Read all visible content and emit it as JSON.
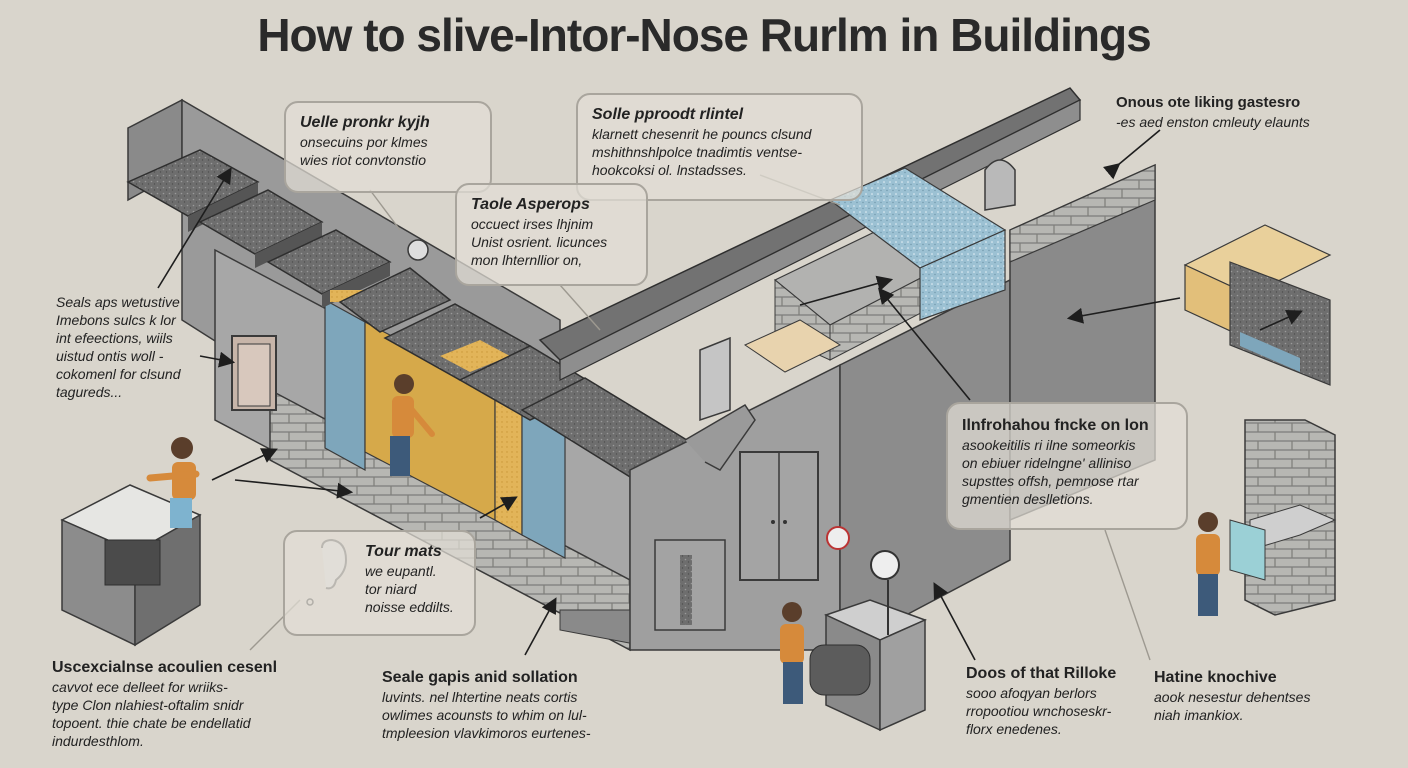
{
  "title": "How to slive-Intor-Nose Rurlm in Buildings",
  "callouts": {
    "top_left": {
      "title": "Uelle pronkr kyjh",
      "lines": [
        "onsecuins por klmes",
        "wies riot convtonstio"
      ]
    },
    "top_center": {
      "title": "Solle pproodt rlintel",
      "lines": [
        "klarnett chesenrit he pouncs clsund",
        "mshithnshlpolce tnadimtis ventse-",
        "hookcoksi ol. lnstadsses."
      ]
    },
    "middle_left": {
      "title": "Taole Asperops",
      "lines": [
        "occuect irses lhjnim",
        "Unist osrient. licunces",
        "mon lhternllior on,"
      ]
    },
    "top_right": {
      "title": "Onous ote liking gastesro",
      "lines": [
        "-es aed enston cmleuty elaunts"
      ]
    },
    "left": {
      "title": "Seals aps wetustive",
      "lines": [
        "Imebons sulcs k lor",
        "int efeections, wiils",
        "uistud ontis woll -",
        "cokomenl for clsund",
        "tagureds..."
      ]
    },
    "right_center": {
      "title": "Ilnfrohahou fncke on lon",
      "lines": [
        "asookeitilis ri ilne someorkis",
        "on ebiuer ridelngne' alliniso",
        "supsttes offsh, pemnose rtar",
        "gmentien deslletions."
      ]
    },
    "bottom_center_box": {
      "title": "Tour mats",
      "lines": [
        "we eupantl.",
        "tor niard",
        "noisse eddilts."
      ]
    },
    "bottom_left": {
      "title": "Uscexcialnse acoulien cesenl",
      "lines": [
        "cavvot ece delleet for wriiks-",
        "type Clon nlahiest-oftalim snidr",
        "topoent. thie chate be endellatid",
        "indurdesthlom."
      ]
    },
    "bottom_mid": {
      "title": "Seale gapis anid sollation",
      "lines": [
        "luvints. nel lhtertine neats cortis",
        "owlimes acounsts to whim on lul-",
        "tmpleesion vlavkimoros eurtenes-"
      ]
    },
    "bottom_right1": {
      "title": "Doos of that Rilloke",
      "lines": [
        "sooo afoqyan berlors",
        "rropootiou wnchoseskr-",
        "florx enedenes."
      ]
    },
    "bottom_right2": {
      "title": "Hatine knochive",
      "lines": [
        "aook nesestur dehentses",
        "niah imankiox."
      ]
    }
  },
  "colors": {
    "background": "#d9d5cc",
    "wall": "#8f8f8f",
    "slab": "#6a6a6a",
    "insulation_yellow": "#d6a94a",
    "insulation_blue": "#7ea6bb",
    "text": "#222222"
  }
}
